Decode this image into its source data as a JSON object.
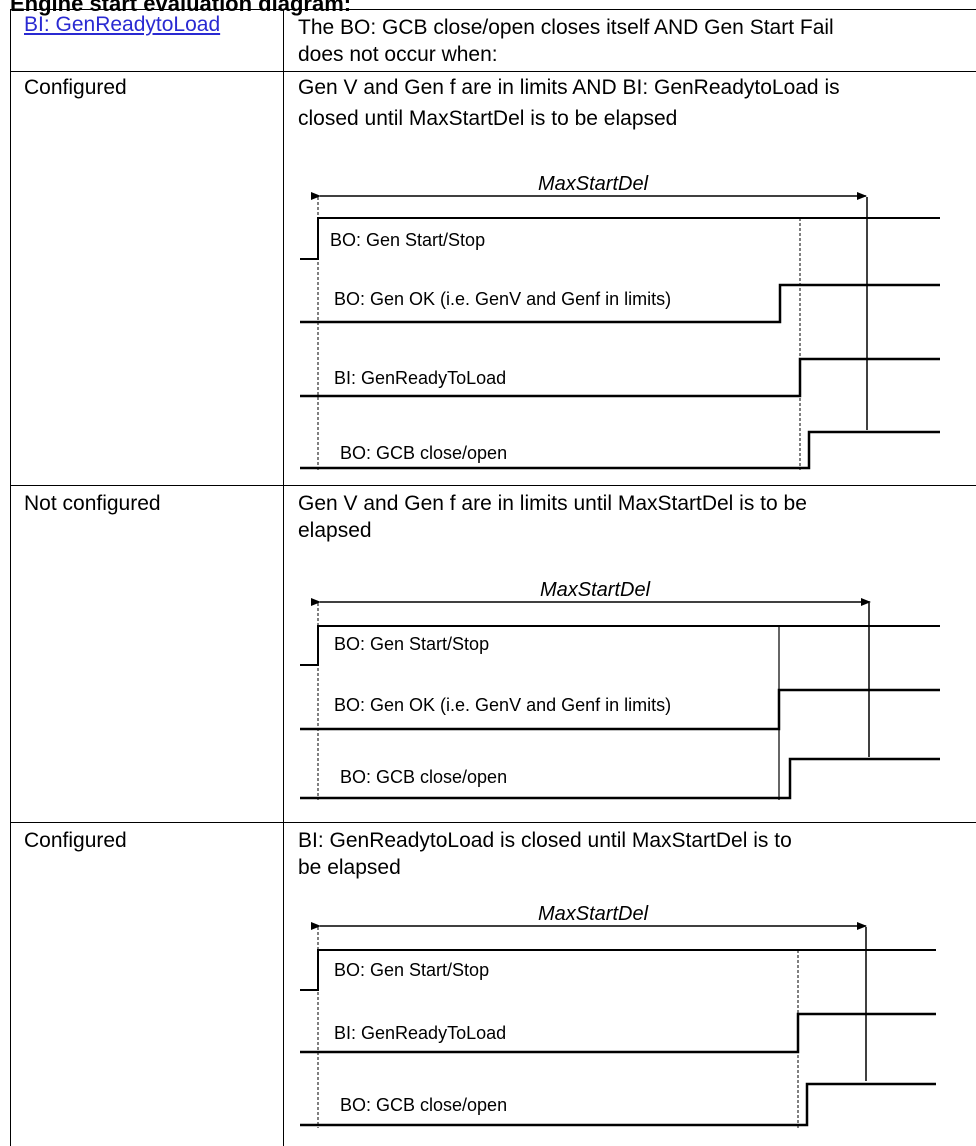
{
  "page_heading": "Engine start evaluation diagram:",
  "table": {
    "header": {
      "left_link": "BI: GenReadytoLoad",
      "right_lines": [
        "The BO: GCB close/open closes itself AND Gen Start Fail",
        "does not occur when:"
      ]
    },
    "rows": [
      {
        "left": "Configured",
        "right_lines": [
          "Gen V and Gen f are in limits AND BI: GenReadytoLoad is",
          "closed until MaxStartDel is to be elapsed"
        ],
        "diagram": {
          "delay_label": "MaxStartDel",
          "signals": [
            "BO: Gen Start/Stop",
            "BO: Gen OK (i.e. GenV and Genf in limits)",
            "BI: GenReadyToLoad",
            "BO: GCB close/open"
          ]
        }
      },
      {
        "left": "Not configured",
        "right_lines": [
          "Gen V and Gen f are in limits until MaxStartDel is to be",
          "elapsed"
        ],
        "diagram": {
          "delay_label": "MaxStartDel",
          "signals": [
            "BO: Gen Start/Stop",
            "BO: Gen OK (i.e. GenV and Genf in limits)",
            "BO: GCB close/open"
          ]
        }
      },
      {
        "left": "Configured",
        "right_lines": [
          "BI: GenReadytoLoad is closed until MaxStartDel is to",
          "be elapsed"
        ],
        "diagram": {
          "delay_label": "MaxStartDel",
          "signals": [
            "BO: Gen Start/Stop",
            "BI: GenReadyToLoad",
            "BO: GCB close/open"
          ]
        }
      }
    ]
  }
}
